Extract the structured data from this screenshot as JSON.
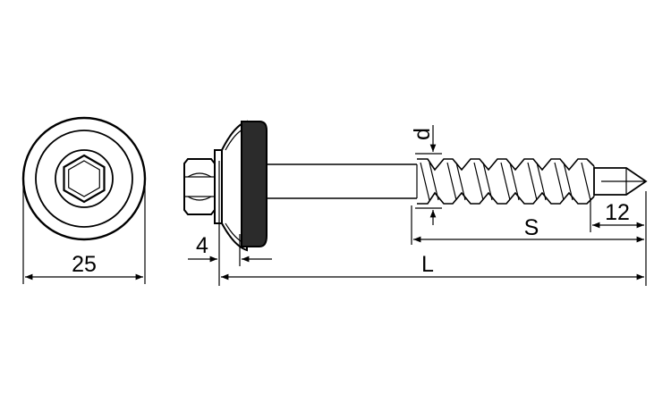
{
  "dimensions": {
    "washer_diameter": "25",
    "head_offset": "4",
    "total_length": "L",
    "thread_length": "S",
    "drill_point_length": "12",
    "thread_diameter": "d"
  }
}
